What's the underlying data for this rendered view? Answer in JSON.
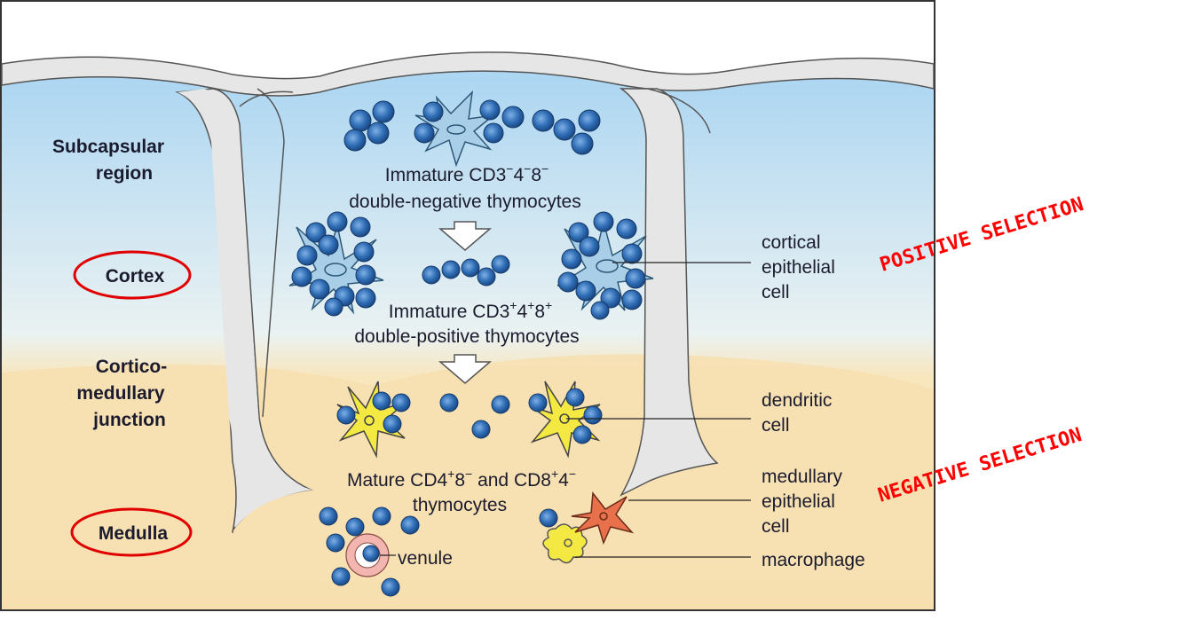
{
  "regions": {
    "subcapsular": [
      "Subcapsular",
      "region"
    ],
    "cortex": "Cortex",
    "corticomedullary": [
      "Cortico-",
      "medullary",
      "junction"
    ],
    "medulla": "Medulla"
  },
  "center": {
    "double_negative": {
      "line1_prefix": "Immature CD3",
      "line1_sup1": "−",
      "line1_mid1": "4",
      "line1_sup2": "−",
      "line1_mid2": "8",
      "line1_sup3": "−",
      "line2": "double-negative thymocytes"
    },
    "double_positive": {
      "line1_prefix": "Immature CD3",
      "line1_sup1": "+",
      "line1_mid1": "4",
      "line1_sup2": "+",
      "line1_mid2": "8",
      "line1_sup3": "+",
      "line2": "double-positive thymocytes"
    },
    "mature": {
      "line1_a": "Mature CD4",
      "line1_sup1": "+",
      "line1_b": "8",
      "line1_sup2": "−",
      "line1_c": " and CD8",
      "line1_sup3": "+",
      "line1_d": "4",
      "line1_sup4": "−",
      "line2": "thymocytes"
    },
    "venule": "venule"
  },
  "side_labels": {
    "cortical_epithelial": [
      "cortical",
      "epithelial",
      "cell"
    ],
    "dendritic": [
      "dendritic",
      "cell"
    ],
    "medullary_epithelial": [
      "medullary",
      "epithelial",
      "cell"
    ],
    "macrophage": "macrophage"
  },
  "selection": {
    "positive": "POSITIVE SELECTION",
    "negative": "NEGATIVE SELECTION"
  },
  "colors": {
    "cortex_top": "#bfe0f5",
    "medulla": "#f7dfb0",
    "septum": "#e6e6e6",
    "thymocyte": "#2f6db5",
    "epithelial": "#a9cfe8",
    "dendritic": "#f4e842",
    "medullary_epithelial": "#e8704a",
    "highlight": "#ff0000"
  }
}
